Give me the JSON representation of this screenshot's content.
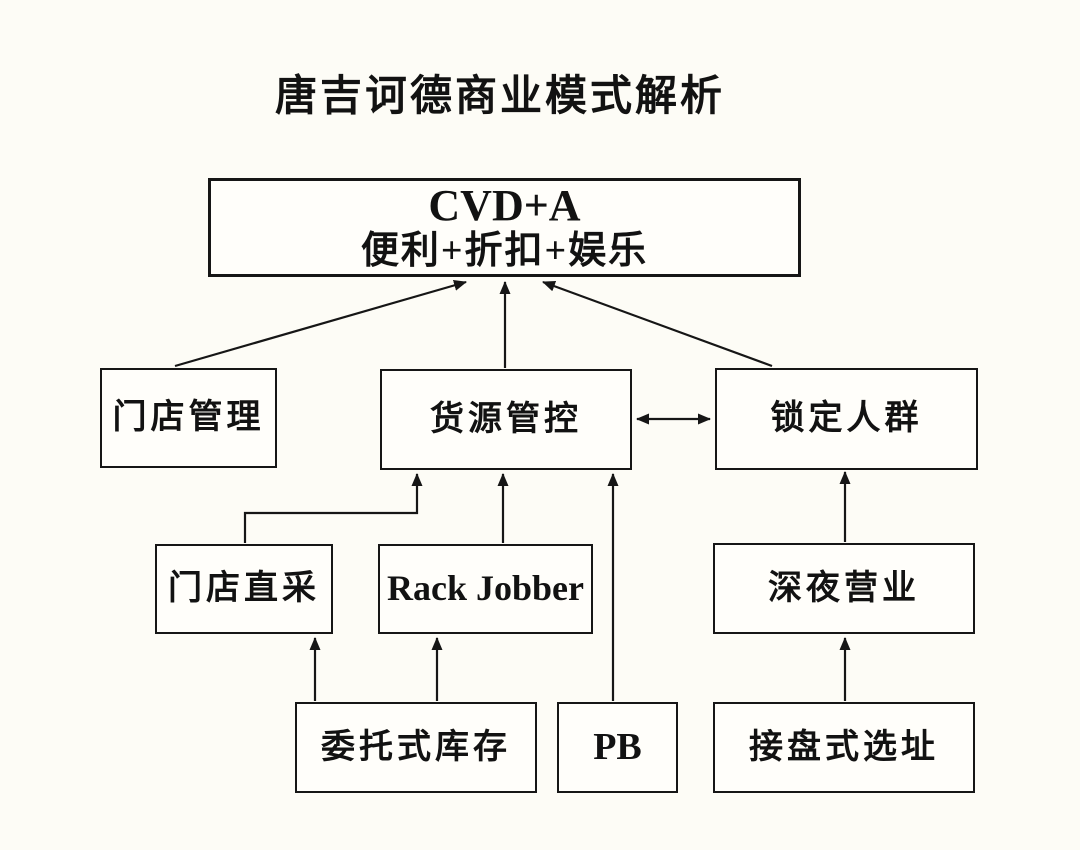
{
  "title": "唐吉诃德商业模式解析",
  "nodes": {
    "cvda": {
      "line1": "CVD+A",
      "line2": "便利+折扣+娱乐"
    },
    "store_management": {
      "label": "门店管理"
    },
    "supply_control": {
      "label": "货源管控"
    },
    "target_customers": {
      "label": "锁定人群"
    },
    "direct_procurement": {
      "label": "门店直采"
    },
    "rack_jobber": {
      "label": "Rack Jobber"
    },
    "late_night_operation": {
      "label": "深夜营业"
    },
    "consignment_inventory": {
      "label": "委托式库存"
    },
    "private_brand": {
      "label": "PB"
    },
    "takeover_site_selection": {
      "label": "接盘式选址"
    }
  },
  "edges": [
    {
      "from": "store_management",
      "to": "cvda",
      "type": "arrow"
    },
    {
      "from": "supply_control",
      "to": "cvda",
      "type": "arrow"
    },
    {
      "from": "target_customers",
      "to": "cvda",
      "type": "arrow"
    },
    {
      "from": "supply_control",
      "to": "target_customers",
      "type": "double-arrow"
    },
    {
      "from": "direct_procurement",
      "to": "supply_control",
      "type": "elbow-arrow"
    },
    {
      "from": "rack_jobber",
      "to": "supply_control",
      "type": "arrow"
    },
    {
      "from": "private_brand",
      "to": "supply_control",
      "type": "arrow"
    },
    {
      "from": "late_night_operation",
      "to": "target_customers",
      "type": "arrow"
    },
    {
      "from": "consignment_inventory",
      "to": "direct_procurement",
      "type": "arrow"
    },
    {
      "from": "consignment_inventory",
      "to": "rack_jobber",
      "type": "arrow"
    },
    {
      "from": "takeover_site_selection",
      "to": "late_night_operation",
      "type": "arrow"
    }
  ],
  "colors": {
    "background": "#fdfcf6",
    "box_fill": "#fffefa",
    "line": "#161616",
    "text": "#121212"
  }
}
